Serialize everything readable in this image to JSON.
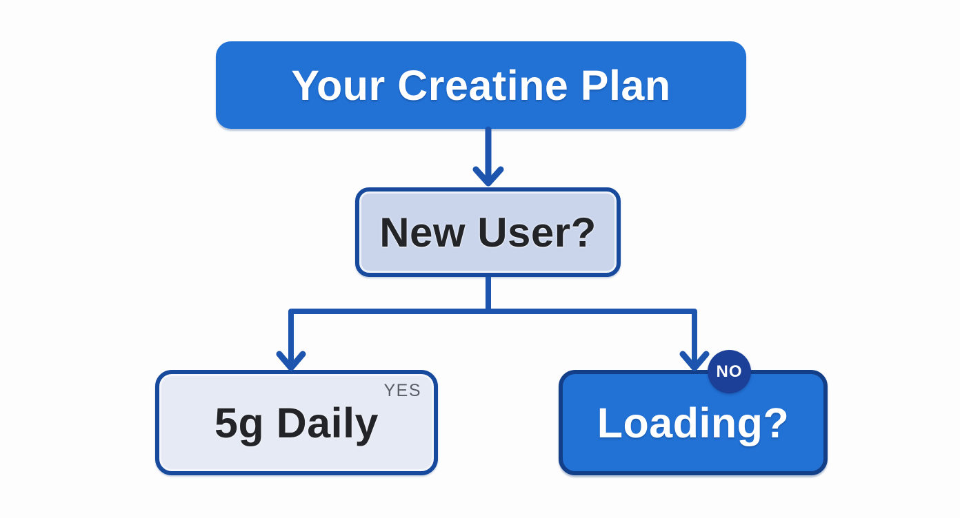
{
  "diagram": {
    "type": "flowchart",
    "background_color": "#fdfdfe",
    "connector_color": "#1d55ae",
    "nodes": {
      "root": {
        "label": "Your Creatine Plan",
        "fill": "#2271d5",
        "text_color": "#ffffff"
      },
      "decision": {
        "label": "New User?",
        "fill": "#cad5ec",
        "border_color": "#17499c",
        "text_color": "#222428"
      },
      "yes_outcome": {
        "label": "5g Daily",
        "fill": "#e6eaf4",
        "border_color": "#17499c",
        "text_color": "#222428"
      },
      "no_outcome": {
        "label": "Loading?",
        "fill": "#2271d5",
        "border_color": "#123f88",
        "text_color": "#ffffff"
      }
    },
    "edges": {
      "root_to_decision": "arrow-down",
      "decision_to_yes": {
        "label": "YES",
        "label_color": "#585d66"
      },
      "decision_to_no": {
        "label": "NO",
        "badge_fill": "#1c3f97",
        "badge_text_color": "#ffffff"
      }
    }
  }
}
